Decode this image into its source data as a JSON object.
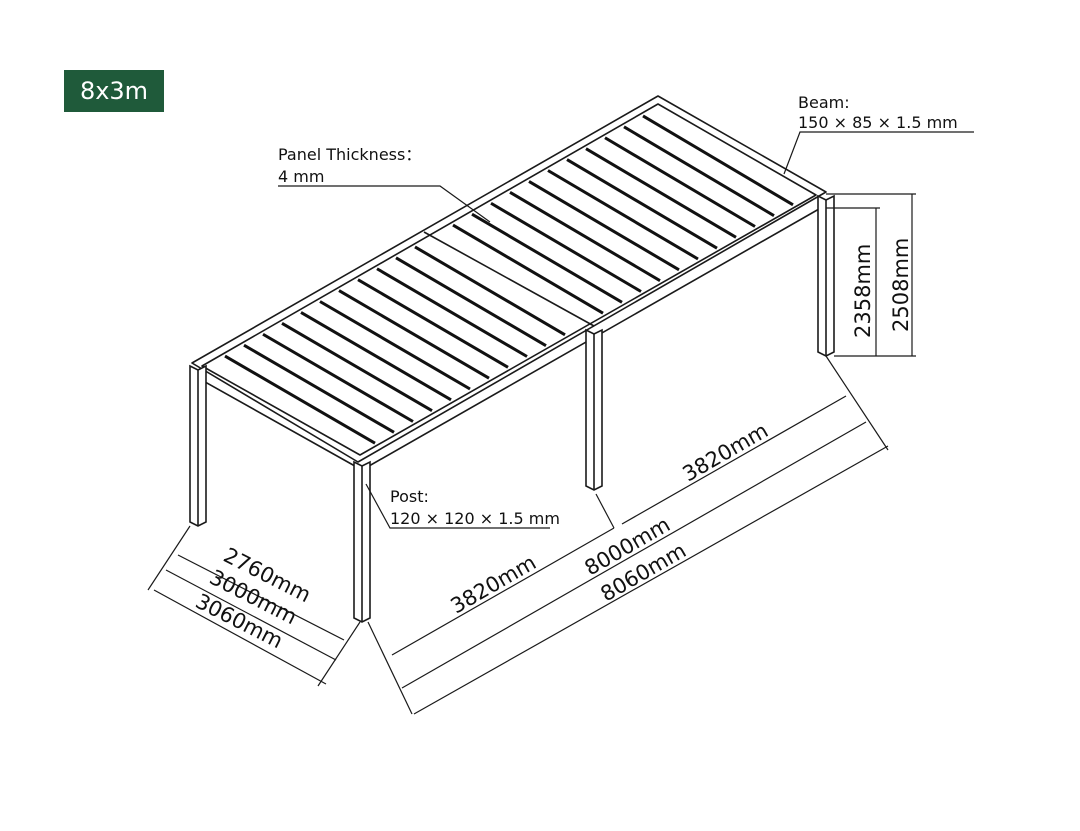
{
  "badge": {
    "label": "8x3m"
  },
  "callouts": {
    "beam_title": "Beam:",
    "beam_spec": "150 × 85 × 1.5 mm",
    "panel_title": "Panel Thickness：",
    "panel_spec": "4 mm",
    "post_title": "Post:",
    "post_spec": "120 × 120 × 1.5 mm"
  },
  "dimensions": {
    "width_inner": "2760mm",
    "width_mid": "3000mm",
    "width_outer": "3060mm",
    "length_bay_front": "3820mm",
    "length_bay_back": "3820mm",
    "length_mid": "8000mm",
    "length_outer": "8060mm",
    "height_inner": "2358mm",
    "height_outer": "2508mm"
  },
  "colors": {
    "badge": "#1f5a3a",
    "line": "#1a1a1a",
    "panel": "#ffffff",
    "slat": "#111111"
  },
  "structure": {
    "slats_per_bay": 12,
    "bays": 2
  }
}
